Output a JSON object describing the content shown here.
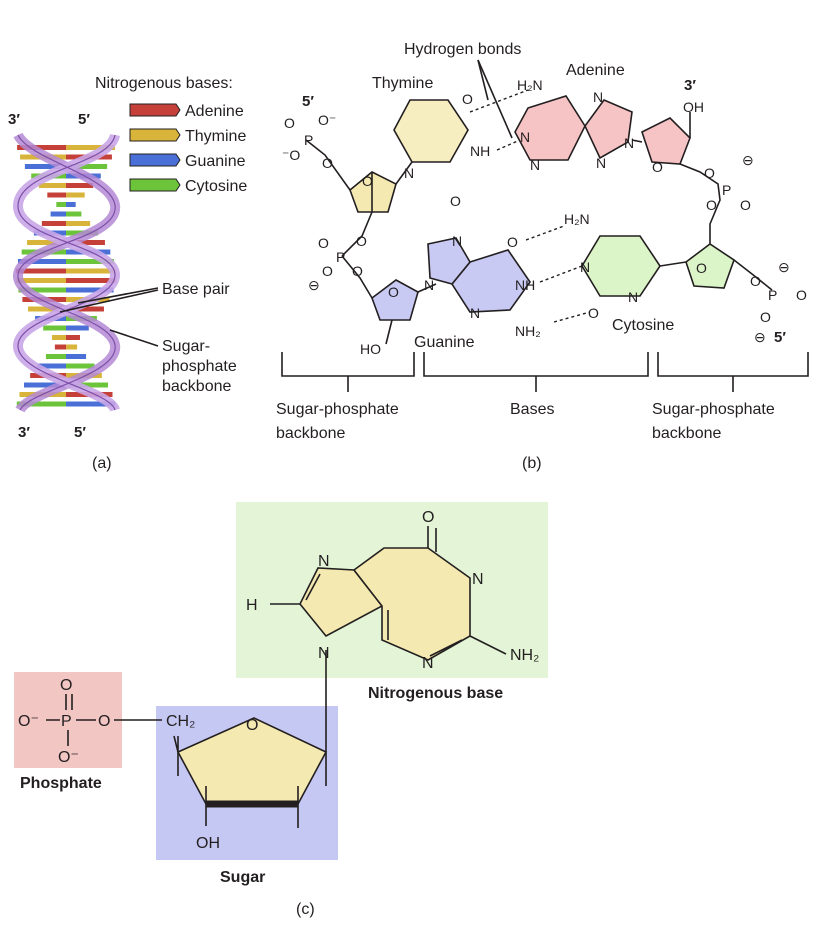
{
  "panel_a": {
    "legend_title": "Nitrogenous bases:",
    "bases": [
      {
        "label": "Adenine",
        "color": "#c6403a"
      },
      {
        "label": "Thymine",
        "color": "#d8b43a"
      },
      {
        "label": "Guanine",
        "color": "#4a6fd6"
      },
      {
        "label": "Cytosine",
        "color": "#6cc43a"
      }
    ],
    "end_top_left": "3′",
    "end_top_right": "5′",
    "end_bottom_left": "3′",
    "end_bottom_right": "5′",
    "label_base_pair": "Base pair",
    "label_backbone": [
      "Sugar-",
      "phosphate",
      "backbone"
    ],
    "caption": "(a)"
  },
  "panel_b": {
    "hydrogen_bonds": "Hydrogen bonds",
    "thymine": "Thymine",
    "adenine": "Adenine",
    "guanine": "Guanine",
    "cytosine": "Cytosine",
    "end_5_top": "5′",
    "end_3_top": "3′",
    "end_5_bottom": "5′",
    "oh_top": "OH",
    "ho_bottom": "HO",
    "bracket_left": [
      "Sugar-phosphate",
      "backbone"
    ],
    "bracket_mid": "Bases",
    "bracket_right": [
      "Sugar-phosphate",
      "backbone"
    ],
    "caption": "(b)",
    "atoms": {
      "O": "O",
      "P": "P",
      "N": "N",
      "NH": "NH",
      "H2N": "H₂N",
      "NH2": "NH₂",
      "O_minus": "O⁻",
      "minus_O": "⁻O",
      "circled_minus": "⊖"
    },
    "colors": {
      "thymine": "#f6edc0",
      "adenine": "#f7c4c6",
      "guanine": "#c8caf3",
      "cytosine": "#dcf5c8",
      "sugar_yellow": "#f4e9b0",
      "sugar_red": "#f7c4c6",
      "sugar_blue": "#c8caf3",
      "sugar_green": "#dcf5c8"
    }
  },
  "panel_c": {
    "phosphate_label": "Phosphate",
    "sugar_label": "Sugar",
    "base_label": "Nitrogenous base",
    "caption": "(c)",
    "atoms": {
      "O": "O",
      "O_minus": "O⁻",
      "P": "P",
      "CH2": "CH₂",
      "OH": "OH",
      "N": "N",
      "H": "H",
      "NH2": "NH₂"
    },
    "colors": {
      "phosphate_box": "#f2c6c3",
      "sugar_box": "#c6c8f4",
      "base_box": "#e3f5d6",
      "ring_fill": "#f4e9b0"
    }
  }
}
